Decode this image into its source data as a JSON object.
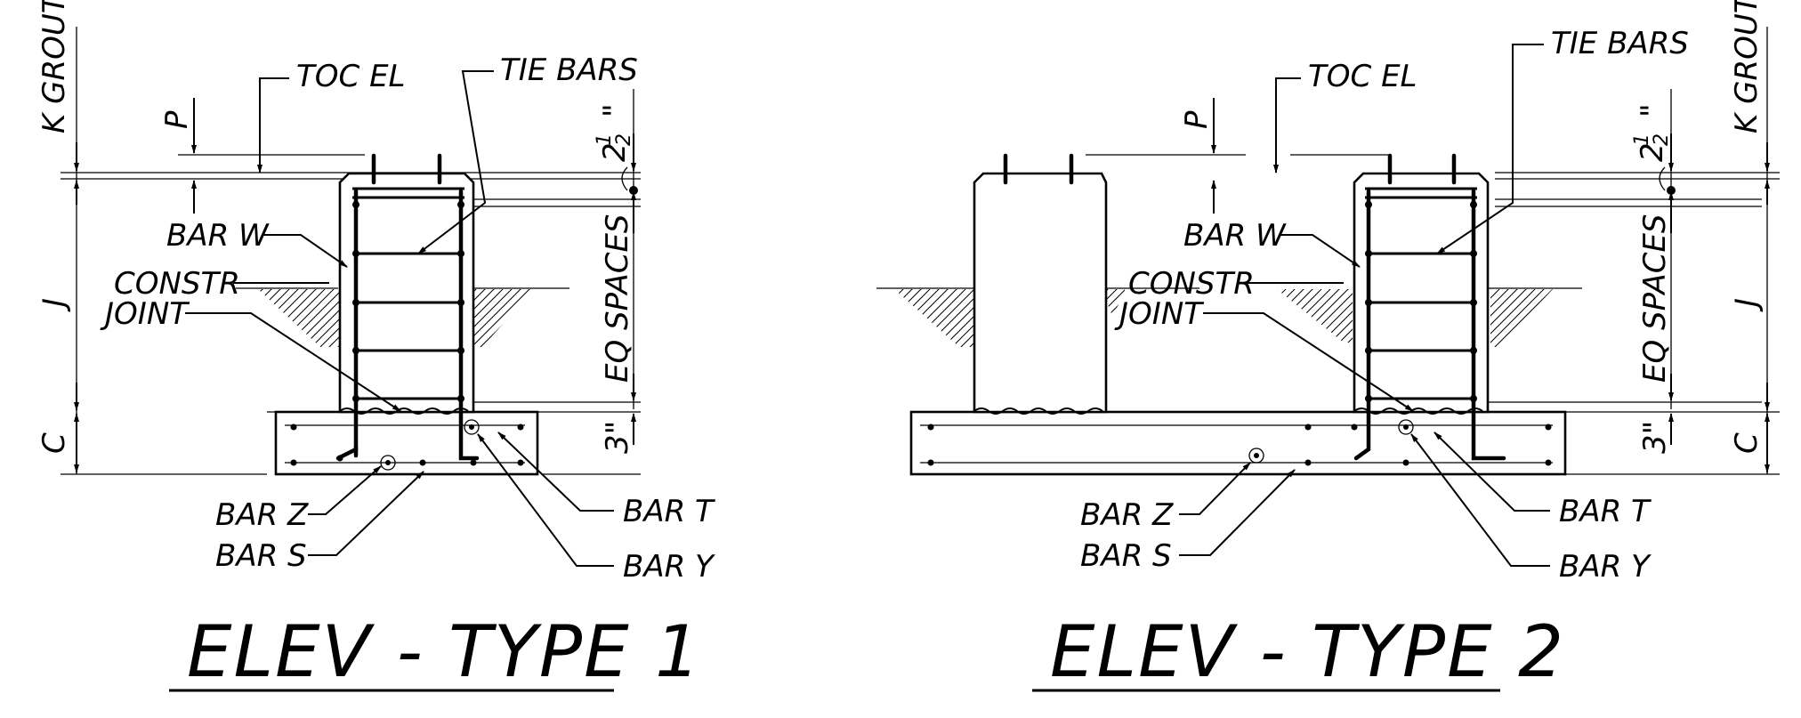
{
  "elevations": [
    {
      "id": "type1",
      "title": "ELEV - TYPE 1",
      "labels": {
        "grout": "K GROUT",
        "p": "P",
        "toc": "TOC EL",
        "tie_bars": "TIE BARS",
        "clear_whole": "2",
        "clear_num": "1",
        "clear_den": "2",
        "clear_unit": "\"",
        "bar_w": "BAR W",
        "constr": "CONSTR",
        "joint": "JOINT",
        "j": "J",
        "eq_spaces": "EQ SPACES",
        "c": "C",
        "three_in": "3\"",
        "bar_z": "BAR Z",
        "bar_s": "BAR S",
        "bar_t": "BAR T",
        "bar_y": "BAR Y"
      }
    },
    {
      "id": "type2",
      "title": "ELEV - TYPE 2",
      "labels": {
        "grout": "K GROUT",
        "p": "P",
        "toc": "TOC EL",
        "tie_bars": "TIE BARS",
        "clear_whole": "2",
        "clear_num": "1",
        "clear_den": "2",
        "clear_unit": "\"",
        "bar_w": "BAR W",
        "constr": "CONSTR",
        "joint": "JOINT",
        "j": "J",
        "eq_spaces": "EQ SPACES",
        "c": "C",
        "three_in": "3\"",
        "bar_z": "BAR Z",
        "bar_s": "BAR S",
        "bar_t": "BAR T",
        "bar_y": "BAR Y"
      }
    }
  ]
}
